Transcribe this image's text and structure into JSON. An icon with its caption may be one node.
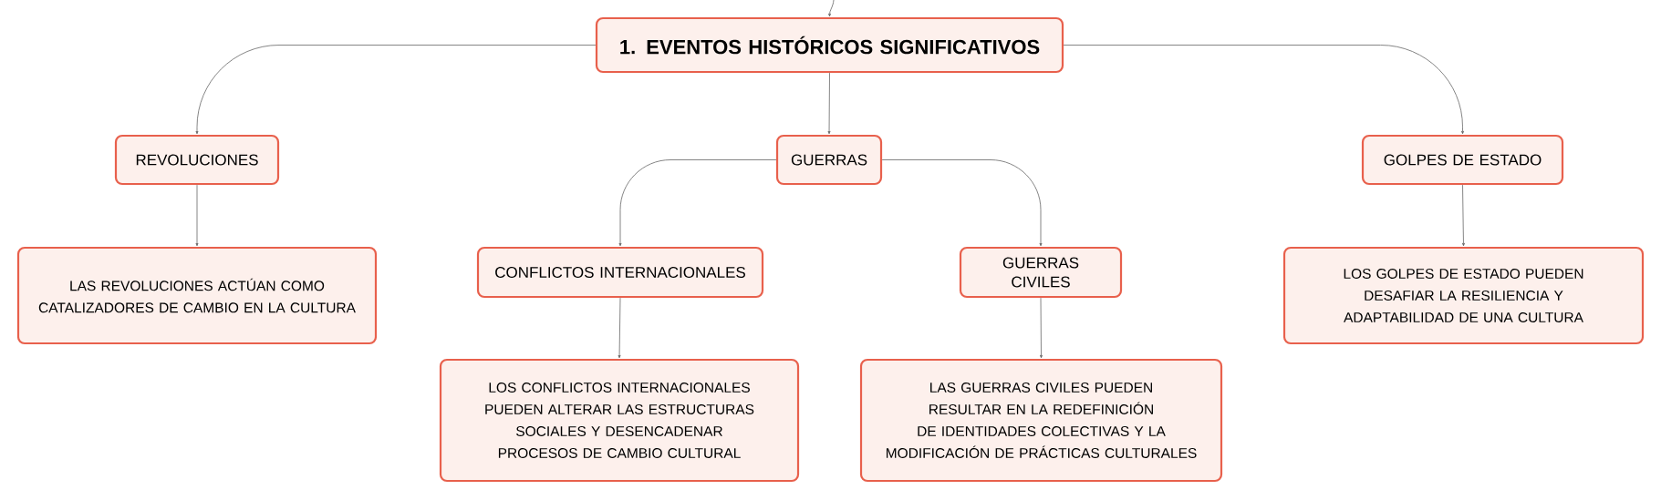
{
  "diagram": {
    "nodes": [
      {
        "text": [
          "1. EVENTOS HISTÓRICOS SIGNIFICATIVOS"
        ]
      },
      {
        "text": [
          "REVOLUCIONES"
        ]
      },
      {
        "text": [
          "GUERRAS"
        ]
      },
      {
        "text": [
          "GOLPES DE ESTADO"
        ]
      },
      {
        "text": [
          "LAS REVOLUCIONES ACTÚAN COMO CATALIZADORES DE CAMBIO EN LA CULTURA"
        ]
      },
      {
        "text": [
          "CONFLICTOS INTERNACIONALES"
        ]
      },
      {
        "text": [
          "GUERRAS CIVILES"
        ]
      },
      {
        "text": [
          "LOS GOLPES DE ESTADO PUEDEN DESAFIAR LA RESILIENCIA Y ADAPTABILIDAD DE UNA CULTURA"
        ]
      },
      {
        "text": [
          "LOS CONFLICTOS INTERNACIONALES PUEDEN ALTERAR LAS ESTRUCTURAS SOCIALES Y DESENCADENAR PROCESOS DE CAMBIO CULTURAL"
        ]
      },
      {
        "text": [
          "LAS GUERRAS CIVILES PUEDEN RESULTAR EN LA REDEFINICIÓN DE IDENTIDADES COLECTIVAS Y LA MODIFICACIÓN DE PRÁCTICAS CULTURALES"
        ]
      }
    ],
    "edges": [
      {
        "from": null,
        "to": 0,
        "arrow": "to"
      },
      {
        "from": 0,
        "to": 1,
        "arrow": "to"
      },
      {
        "from": 0,
        "to": 2,
        "arrow": "to"
      },
      {
        "from": 0,
        "to": 3,
        "arrow": "to"
      },
      {
        "from": 1,
        "to": 4,
        "arrow": "to"
      },
      {
        "from": 2,
        "to": 5,
        "arrow": "to"
      },
      {
        "from": 2,
        "to": 6,
        "arrow": "to"
      },
      {
        "from": 3,
        "to": 7,
        "arrow": "to"
      },
      {
        "from": 5,
        "to": 8,
        "arrow": "to"
      },
      {
        "from": 6,
        "to": 9,
        "arrow": "to"
      }
    ]
  }
}
